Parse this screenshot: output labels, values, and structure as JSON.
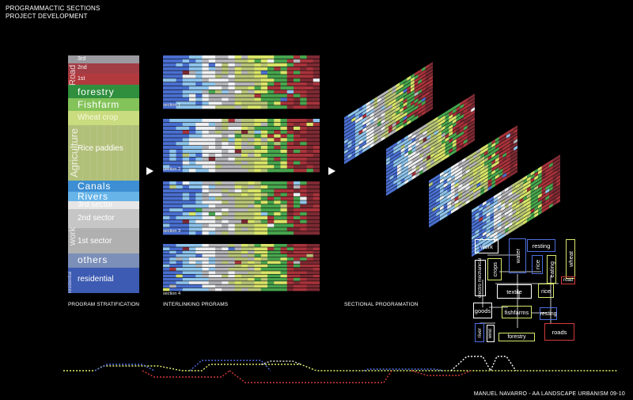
{
  "header": {
    "line1": "PROGRAMMACTIC SECTIONS",
    "line2": "PROJECT DEVELOPMENT"
  },
  "stratification": {
    "caption": "PROGRAM STRATIFICATION",
    "group_labels": {
      "road": "Road",
      "agriculture": "Agriculture",
      "work": "work",
      "residential": "residential"
    },
    "bands": [
      {
        "label": "3rd",
        "color": "#9b9aa0",
        "size": "7px"
      },
      {
        "label": "2nd",
        "color": "#a23d46",
        "size": "7px"
      },
      {
        "label": "1st",
        "color": "#b23a3e",
        "size": "7px"
      },
      {
        "label": "forestry",
        "color": "#2f8f3e",
        "size": "11px"
      },
      {
        "label": "Fishfarm",
        "color": "#83c35a",
        "size": "11px"
      },
      {
        "label": "Wheat crop",
        "color": "#c9dc7f",
        "size": "9px"
      },
      {
        "label": "Rice paddies",
        "color": "#b1c079",
        "size": "9px"
      },
      {
        "label": "Canals",
        "color": "#3d8ed2",
        "size": "11px"
      },
      {
        "label": "Rivers",
        "color": "#66b4e8",
        "size": "11px"
      },
      {
        "label": "3rd sector",
        "color": "#e6e6e6",
        "size": "9px"
      },
      {
        "label": "2nd sector",
        "color": "#c6c6c6",
        "size": "9px"
      },
      {
        "label": "1st sector",
        "color": "#b0b0b0",
        "size": "9px"
      },
      {
        "label": "others",
        "color": "#7b8fb8",
        "size": "11px"
      },
      {
        "label": "residential",
        "color": "#3d5bb2",
        "size": "9px"
      }
    ]
  },
  "interlinking": {
    "caption": "INTERLINKING PRGRAMS",
    "sections": [
      "section 1",
      "section 2",
      "section 3",
      "section 4"
    ]
  },
  "sectional": {
    "caption": "SECTIONAL PROGRAMATION"
  },
  "network": {
    "nodes": {
      "work": "work",
      "water": "water",
      "resting": "resting",
      "wheat": "wheat",
      "textile": "textile",
      "crops": "crops",
      "rice1": "rice",
      "eating": "eating",
      "electro": "electro mechanical",
      "road": "road",
      "rice2": "rice",
      "goods": "goods",
      "fishfarms": "fishfarms",
      "resting2": "resting",
      "river": "river",
      "wind": "wind",
      "forestry": "forestry",
      "roads": "roads"
    },
    "colors": {
      "white": "#ffffff",
      "blue": "#4d6fe0",
      "yellow": "#d9e86c",
      "red": "#d23b3b"
    }
  },
  "footer": {
    "credit": "MANUEL NAVARRO - AA LANDSCAPE URBANISM 09-10"
  },
  "palette": {
    "blue": "#4a6fd0",
    "lightblue": "#8ec4ec",
    "white": "#eef0f2",
    "grey": "#b4b4b8",
    "olive": "#b7c477",
    "yellow": "#d8e468",
    "green": "#48a54e",
    "red": "#a8333b",
    "darkred": "#7d2a33"
  }
}
